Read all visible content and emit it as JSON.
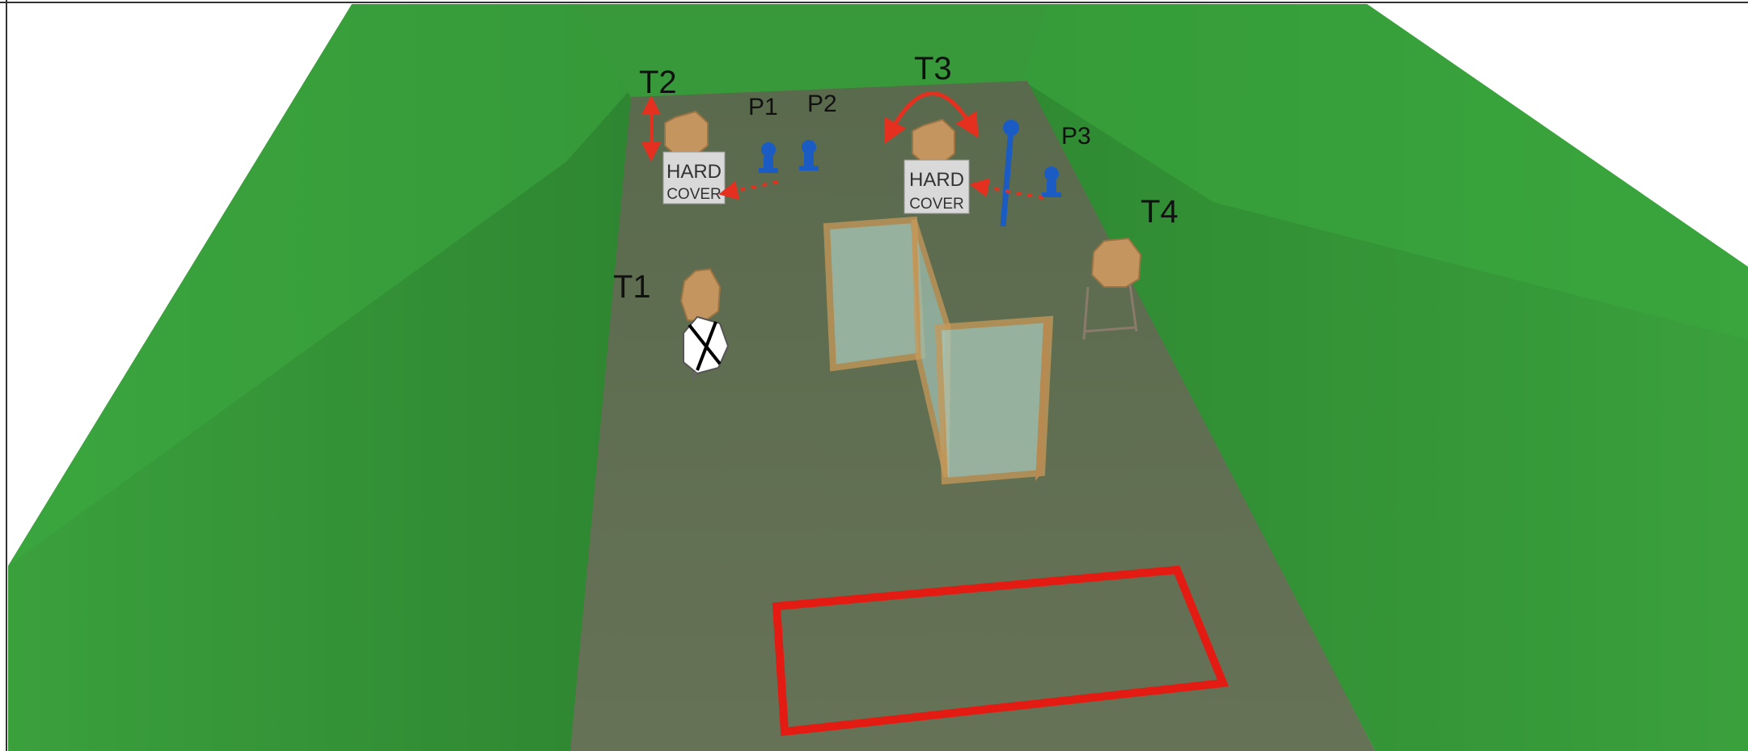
{
  "stage": {
    "target_labels": {
      "t1": "T1",
      "t2": "T2",
      "t3": "T3",
      "t4": "T4"
    },
    "popper_labels": {
      "p1": "P1",
      "p2": "P2",
      "p3": "P3"
    },
    "hard_cover_sign": {
      "line1": "HARD",
      "line2": "COVER"
    }
  },
  "colors": {
    "berm": "#3a9a3c",
    "berm_dark": "#2f8732",
    "floor": "#5e6b4f",
    "target": "#c4955e",
    "no_shoot": "#ffffff",
    "popper": "#1a5cc4",
    "arrow": "#e53020",
    "shooting_box": "#e41b12",
    "door_frame": "#c8995a",
    "glass": "#a9c8b8"
  }
}
